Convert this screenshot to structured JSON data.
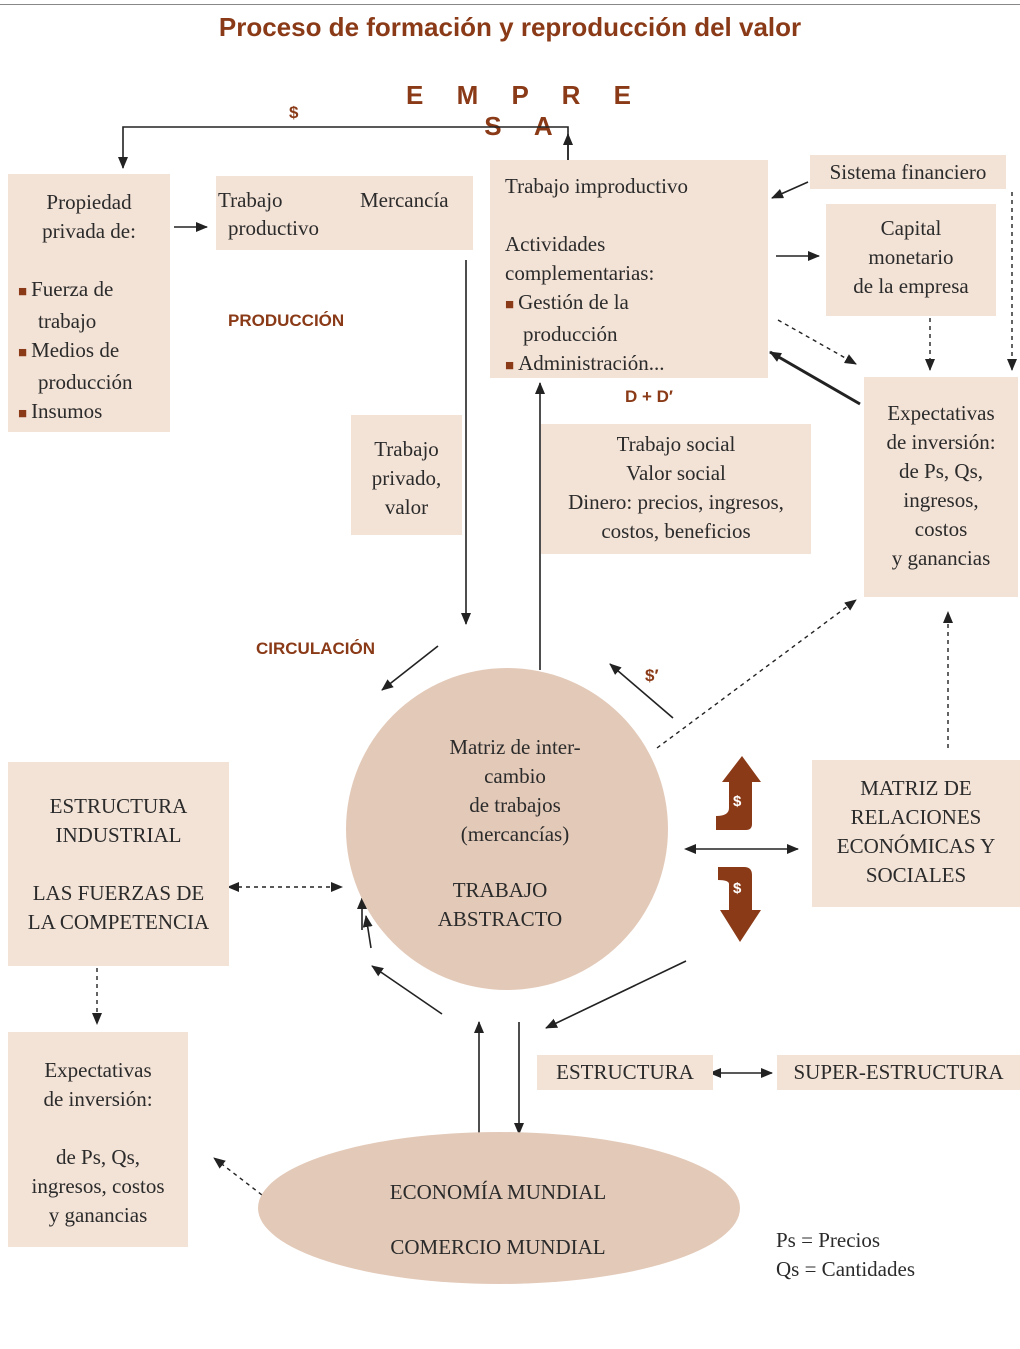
{
  "title": "Proceso de formación y reproducción del valor",
  "empresa": "E M P R E S A",
  "labels": {
    "dollar_top": "$",
    "produccion": "PRODUCCIÓN",
    "d_plus_d": "D + D′",
    "circulacion": "CIRCULACIÓN",
    "dollar_prime": "$′",
    "dollar_up": "$",
    "dollar_down": "$"
  },
  "propiedad": {
    "heading_1": "Propiedad",
    "heading_2": "privada de:",
    "items": [
      "Fuerza de",
      "trabajo",
      "Medios de",
      "producción",
      "Insumos"
    ]
  },
  "trabajo_productivo": {
    "line1": "Trabajo",
    "line2": "productivo",
    "mercancia": "Mercancía"
  },
  "trabajo_improductivo": {
    "title": "Trabajo improductivo",
    "actividades_1": "Actividades",
    "actividades_2": "complementarias:",
    "items": [
      "Gestión de la",
      "producción",
      "Administración..."
    ]
  },
  "sistema_financiero": "Sistema financiero",
  "capital": [
    "Capital",
    "monetario",
    "de la empresa"
  ],
  "expectativas_right": [
    "Expectativas",
    "de inversión:",
    "de Ps, Qs,",
    "ingresos,",
    "costos",
    "y ganancias"
  ],
  "trabajo_privado": [
    "Trabajo",
    "privado,",
    "valor"
  ],
  "trabajo_social": [
    "Trabajo social",
    "Valor social",
    "Dinero: precios, ingresos,",
    "costos, beneficios"
  ],
  "circle": [
    "Matriz de inter-",
    "cambio",
    "de trabajos",
    "(mercancías)",
    "TRABAJO",
    "ABSTRACTO"
  ],
  "estructura_industrial": [
    "ESTRUCTURA",
    "INDUSTRIAL",
    "LAS FUERZAS DE",
    "LA COMPETENCIA"
  ],
  "matriz_relaciones": [
    "MATRIZ DE",
    "RELACIONES",
    "ECONÓMICAS Y",
    "SOCIALES"
  ],
  "expectativas_left": [
    "Expectativas",
    "de inversión:",
    "de Ps, Qs,",
    "ingresos, costos",
    "y ganancias"
  ],
  "estructura": "ESTRUCTURA",
  "super_estructura": "SUPER-ESTRUCTURA",
  "economia": [
    "ECONOMÍA MUNDIAL",
    "COMERCIO MUNDIAL"
  ],
  "legend": [
    "Ps = Precios",
    "Qs = Cantidades"
  ],
  "colors": {
    "accent": "#8a3a17",
    "box": "#f3e2d6",
    "shape": "#e3c9b8"
  }
}
